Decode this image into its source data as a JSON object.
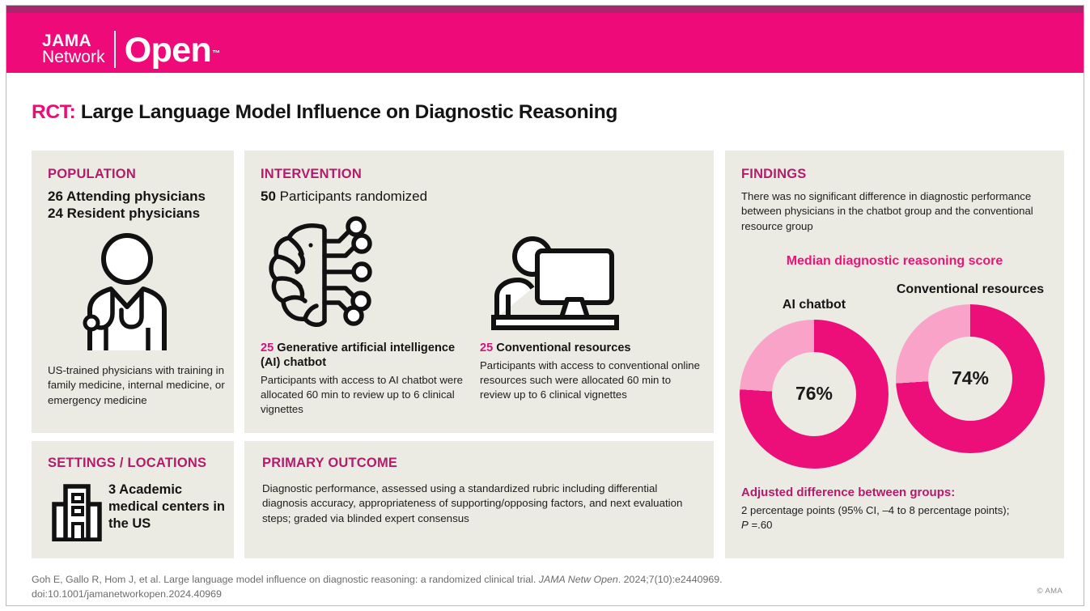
{
  "header": {
    "logo_line1": "JAMA",
    "logo_line2": "Network",
    "logo_open": "Open",
    "logo_tm": "™",
    "band_color": "#ee0a78",
    "strip_color": "#a8266b"
  },
  "title": {
    "prefix": "RCT:",
    "text": "Large Language Model Influence on Diagnostic Reasoning"
  },
  "population": {
    "heading": "POPULATION",
    "lead_line1_num": "26",
    "lead_line1_text": "Attending physicians",
    "lead_line2_num": "24",
    "lead_line2_text": "Resident physicians",
    "note": "US-trained physicians with training in family medicine, internal medicine, or emergency medicine",
    "icon": "physician-icon"
  },
  "intervention": {
    "heading": "INTERVENTION",
    "lead_num": "50",
    "lead_text": "Participants randomized",
    "arms": [
      {
        "num": "25",
        "title": "Generative artificial intelligence (AI) chatbot",
        "body": "Participants with access to AI chatbot were allocated 60 min to review up to 6 clinical vignettes",
        "icon": "brain-circuit-icon"
      },
      {
        "num": "25",
        "title": "Conventional resources",
        "body": "Participants with access to conventional online resources such were allocated 60 min to review up to 6 clinical vignettes",
        "icon": "person-at-computer-icon"
      }
    ]
  },
  "settings": {
    "heading": "SETTINGS / LOCATIONS",
    "lead": "3 Academic medical centers in the US",
    "icon": "hospital-building-icon"
  },
  "outcome": {
    "heading": "PRIMARY OUTCOME",
    "body": "Diagnostic performance, assessed using a standardized rubric including differential diagnosis accuracy, appropriateness of supporting/opposing factors, and next evaluation steps; graded via blinded expert consensus"
  },
  "findings": {
    "heading": "FINDINGS",
    "intro": "There was no significant difference in diagnostic performance between physicians in the chatbot group and the conventional resource group",
    "chart_title": "Median diagnostic reasoning score",
    "adjusted_heading": "Adjusted difference between groups:",
    "adjusted_body": "2 percentage points (95% CI, –4 to 8 percentage points);",
    "adjusted_p_label": "P",
    "adjusted_p_value": " =.60"
  },
  "chart_data": {
    "type": "pie",
    "title": "Median diagnostic reasoning score",
    "donuts": [
      {
        "label": "AI chatbot",
        "value": 76,
        "display": "76%",
        "remainder": 24
      },
      {
        "label": "Conventional resources",
        "value": 74,
        "display": "74%",
        "remainder": 26
      }
    ],
    "units": "percent",
    "fill_color": "#ec0e79",
    "track_color": "#f9a3c8",
    "legend": "none"
  },
  "footer": {
    "citation_part1": "Goh E, Gallo R, Hom J, et al. Large language model influence on diagnostic reasoning: a randomized clinical trial. ",
    "citation_journal": "JAMA Netw Open",
    "citation_part2": ". 2024;7(10):e2440969.",
    "doi": "doi:10.1001/jamanetworkopen.2024.40969",
    "copyright": "© AMA"
  },
  "colors": {
    "brand_pink": "#ee0a78",
    "heading_magenta": "#b31b6b",
    "panel_bg": "#ecebe3",
    "donut_fill": "#ec0e79",
    "donut_track": "#f9a3c8"
  }
}
